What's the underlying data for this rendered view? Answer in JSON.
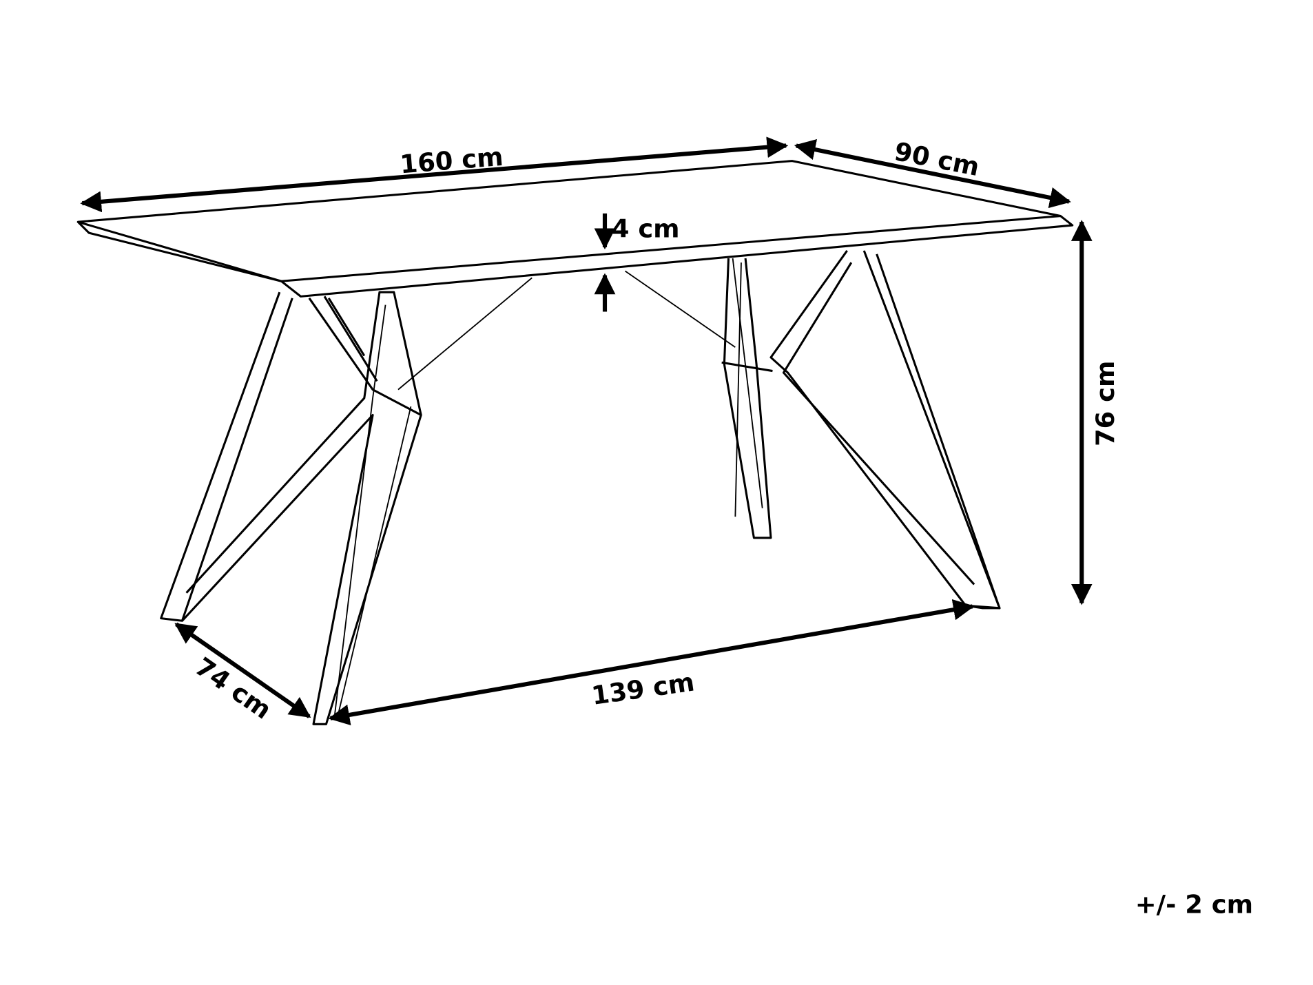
{
  "diagram": {
    "type": "technical-dimension-drawing",
    "subject": "table",
    "dimensions": {
      "length": "160 cm",
      "width": "90 cm",
      "top_thickness": "4 cm",
      "height": "76 cm",
      "leg_span_depth": "74 cm",
      "leg_span_length": "139 cm"
    },
    "tolerance": "+/- 2 cm",
    "colors": {
      "line": "#000000",
      "background": "#ffffff"
    }
  }
}
